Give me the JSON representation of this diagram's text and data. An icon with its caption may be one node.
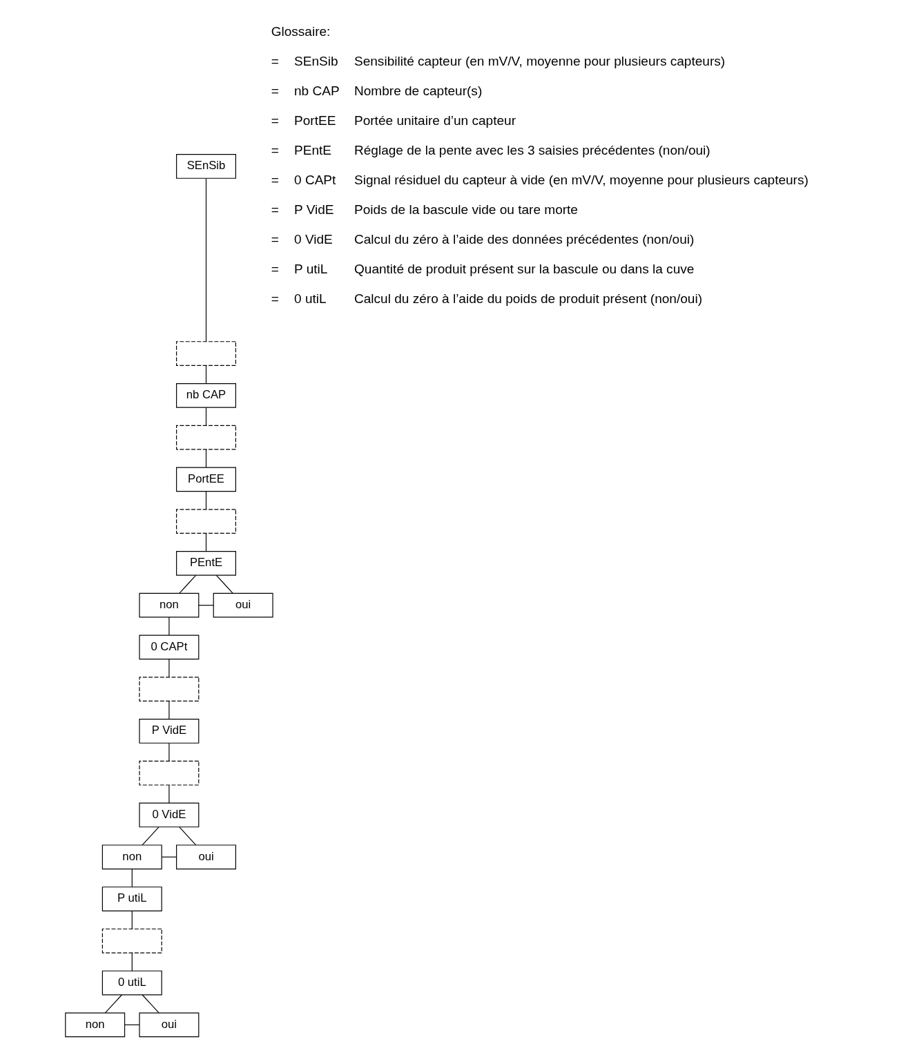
{
  "diagram": {
    "nodes": [
      {
        "text": [
          "SEnSib"
        ]
      },
      {
        "text": [],
        "shape": "box"
      },
      {
        "text": [
          "nb CAP"
        ]
      },
      {
        "text": [],
        "shape": "box"
      },
      {
        "text": [
          "PortEE"
        ]
      },
      {
        "text": [],
        "shape": "box"
      },
      {
        "text": [
          "PEntE"
        ]
      },
      {
        "text": [
          "non"
        ]
      },
      {
        "text": [
          "oui"
        ]
      },
      {
        "text": [
          "0 CAPt"
        ]
      },
      {
        "text": [],
        "shape": "box"
      },
      {
        "text": [
          "P VidE"
        ]
      },
      {
        "text": [],
        "shape": "box"
      },
      {
        "text": [
          "0 VidE"
        ]
      },
      {
        "text": [
          "non"
        ]
      },
      {
        "text": [
          "oui"
        ]
      },
      {
        "text": [
          "P utiL"
        ]
      },
      {
        "text": [],
        "shape": "box"
      },
      {
        "text": [
          "0 utiL"
        ]
      },
      {
        "text": [
          "non"
        ]
      },
      {
        "text": [
          "oui"
        ]
      }
    ],
    "edges": [
      {
        "from": 0,
        "to": 1,
        "arrow": "none"
      },
      {
        "from": 1,
        "to": 2,
        "arrow": "none"
      },
      {
        "from": 2,
        "to": 3,
        "arrow": "none"
      },
      {
        "from": 3,
        "to": 4,
        "arrow": "none"
      },
      {
        "from": 4,
        "to": 5,
        "arrow": "none"
      },
      {
        "from": 5,
        "to": 6,
        "arrow": "none"
      },
      {
        "from": 6,
        "to": 7,
        "arrow": "none"
      },
      {
        "from": 6,
        "to": 8,
        "arrow": "none"
      },
      {
        "from": 7,
        "to": 8,
        "arrow": "none"
      },
      {
        "from": 7,
        "to": 9,
        "arrow": "none"
      },
      {
        "from": 9,
        "to": 10,
        "arrow": "none"
      },
      {
        "from": 10,
        "to": 11,
        "arrow": "none"
      },
      {
        "from": 11,
        "to": 12,
        "arrow": "none"
      },
      {
        "from": 12,
        "to": 13,
        "arrow": "none"
      },
      {
        "from": 13,
        "to": 14,
        "arrow": "none"
      },
      {
        "from": 13,
        "to": 15,
        "arrow": "none"
      },
      {
        "from": 14,
        "to": 15,
        "arrow": "none"
      },
      {
        "from": 14,
        "to": 16,
        "arrow": "none"
      },
      {
        "from": 16,
        "to": 17,
        "arrow": "none"
      },
      {
        "from": 17,
        "to": 18,
        "arrow": "none"
      },
      {
        "from": 18,
        "to": 19,
        "arrow": "none"
      },
      {
        "from": 18,
        "to": 20,
        "arrow": "none"
      },
      {
        "from": 19,
        "to": 20,
        "arrow": "none"
      }
    ],
    "labels": [
      "Glossaire:",
      "=",
      "SEnSib",
      "Sensibilité capteur (en mV/V, moyenne pour plusieurs capteurs)",
      "=",
      "nb CAP",
      "Nombre de capteur(s)",
      "=",
      "PortEE",
      "Portée unitaire d’un capteur",
      "=",
      "PEntE",
      "Réglage de la pente avec les 3 saisies précédentes (non/oui)",
      "=",
      "0 CAPt",
      "Signal résiduel du capteur à vide (en mV/V, moyenne pour plusieurs capteurs)",
      "=",
      "P VidE",
      "Poids de la bascule vide ou tare morte",
      "=",
      "0 VidE",
      "Calcul du zéro à l’aide des données précédentes (non/oui)",
      "=",
      "P utiL",
      "Quantité de produit présent sur la bascule ou dans la cuve",
      "=",
      "0 utiL",
      "Calcul du zéro à l’aide du poids de produit présent (non/oui)"
    ]
  }
}
